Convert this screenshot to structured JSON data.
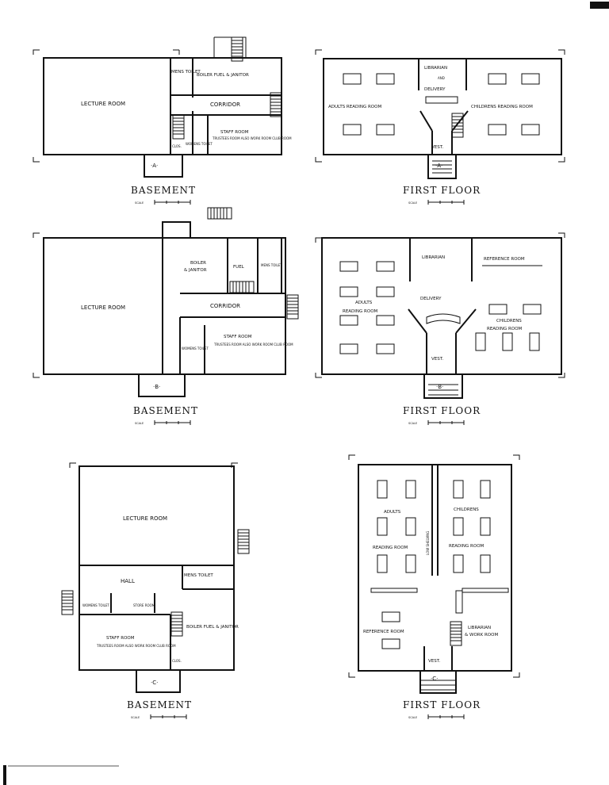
{
  "plans": {
    "a": {
      "marker": "·A·",
      "basement": {
        "title": "BASEMENT",
        "scale": "SCALE",
        "rooms": {
          "lecture": "LECTURE ROOM",
          "mens": "MENS TOILET",
          "boiler": "BOILER FUEL & JANITOR",
          "corridor": "CORRIDOR",
          "staff": "STAFF ROOM",
          "staff_note": "TRUSTEES ROOM ALSO WORK ROOM CLUB ROOM",
          "womens": "WOMENS TOILET",
          "clos": "CLOS."
        }
      },
      "first": {
        "title": "FIRST FLOOR",
        "scale": "SCALE",
        "rooms": {
          "librarian": "LIBRARIAN",
          "and": "AND",
          "delivery": "DELIVERY",
          "adults": "ADULTS READING ROOM",
          "childrens": "CHILDRENS READING ROOM",
          "vest": "VEST."
        }
      }
    },
    "b": {
      "marker": "·B·",
      "basement": {
        "title": "BASEMENT",
        "scale": "SCALE",
        "rooms": {
          "lecture": "LECTURE ROOM",
          "boiler": "BOILER",
          "janitor": "& JANITOR",
          "fuel": "FUEL",
          "mens": "MENS TOILET",
          "corridor": "CORRIDOR",
          "staff": "STAFF ROOM",
          "staff_note": "TRUSTEES ROOM ALSO WORK ROOM CLUB ROOM",
          "womens": "WOMENS TOILET"
        }
      },
      "first": {
        "title": "FIRST FLOOR",
        "scale": "SCALE",
        "rooms": {
          "librarian": "LIBRARIAN",
          "reference": "REFERENCE ROOM",
          "adults": "ADULTS",
          "adults_reading": "READING ROOM",
          "delivery": "DELIVERY",
          "childrens": "CHILDRENS",
          "childrens_reading": "READING ROOM",
          "vest": "VEST."
        }
      }
    },
    "c": {
      "marker": "·C·",
      "basement": {
        "title": "BASEMENT",
        "scale": "SCALE",
        "rooms": {
          "lecture": "LECTURE ROOM",
          "hall": "HALL",
          "mens": "MENS TOILET",
          "womens": "WOMENS TOILET",
          "store": "STORE ROOM",
          "staff": "STAFF ROOM",
          "staff_note": "TRUSTEES ROOM ALSO WORK ROOM CLUB ROOM",
          "boiler": "BOILER FUEL & JANITOR",
          "clos": "CLOS."
        }
      },
      "first": {
        "title": "FIRST FLOOR",
        "scale": "SCALE",
        "rooms": {
          "adults": "ADULTS",
          "adults_reading": "READING ROOM",
          "childrens": "CHILDRENS",
          "childrens_reading": "READING ROOM",
          "shelving": "LOW SHELVING",
          "reference": "REFERENCE ROOM",
          "librarian": "LIBRARIAN",
          "work": "& WORK ROOM",
          "vest": "VEST."
        }
      }
    }
  }
}
